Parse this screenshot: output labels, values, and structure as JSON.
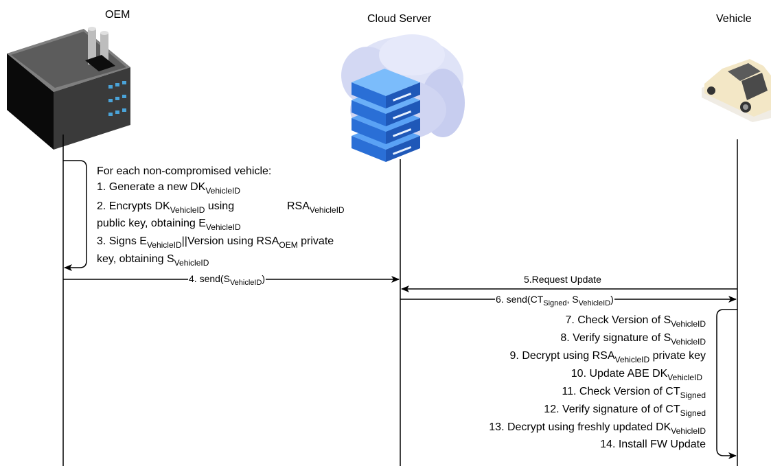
{
  "actors": {
    "oem": "OEM",
    "cloud": "Cloud Server",
    "vehicle": "Vehicle"
  },
  "oem_steps": {
    "intro": "For each non-compromised vehicle:",
    "s1_pre": "1. Generate a new DK",
    "s1_sub": "VehicleID",
    "s2_pre": "2. Encrypts DK",
    "s2_sub": "VehicleID",
    "s2_mid": " using",
    "s2_rsa": "RSA",
    "s2_rsa_sub": "VehicleID",
    "s2b_pre": "public key, obtaining E",
    "s2b_sub": "VehicleID",
    "s3_pre": "3. Signs E",
    "s3_sub": "VehicleID",
    "s3_mid": "||Version using RSA",
    "s3_sub2": "OEM",
    "s3_post": " private",
    "s3b_pre": "key, obtaining S",
    "s3b_sub": "VehicleID"
  },
  "messages": {
    "m4_pre": "4. send(S",
    "m4_sub": "VehicleID",
    "m4_post": ")",
    "m5": "5.Request Update",
    "m6_pre": "6. send(CT",
    "m6_sub": "Signed",
    "m6_mid": ", S",
    "m6_sub2": "VehicleID",
    "m6_post": ")"
  },
  "vehicle_steps": {
    "s7_pre": "7. Check Version of S",
    "s7_sub": "VehicleID",
    "s8_pre": "8. Verify signature of S",
    "s8_sub": "VehicleID",
    "s9_pre": "9. Decrypt using RSA",
    "s9_sub": "VehicleID",
    "s9_post": " private key",
    "s10_pre": "10. Update ABE DK",
    "s10_sub": "VehicleID",
    "s11_pre": "11. Check Version of CT",
    "s11_sub": "Signed",
    "s12_pre": "12. Verify signature of  of CT",
    "s12_sub": "Signed",
    "s13_pre": "13. Decrypt using freshly updated  DK",
    "s13_sub": "VehicleID",
    "s14": "14. Install FW Update"
  }
}
